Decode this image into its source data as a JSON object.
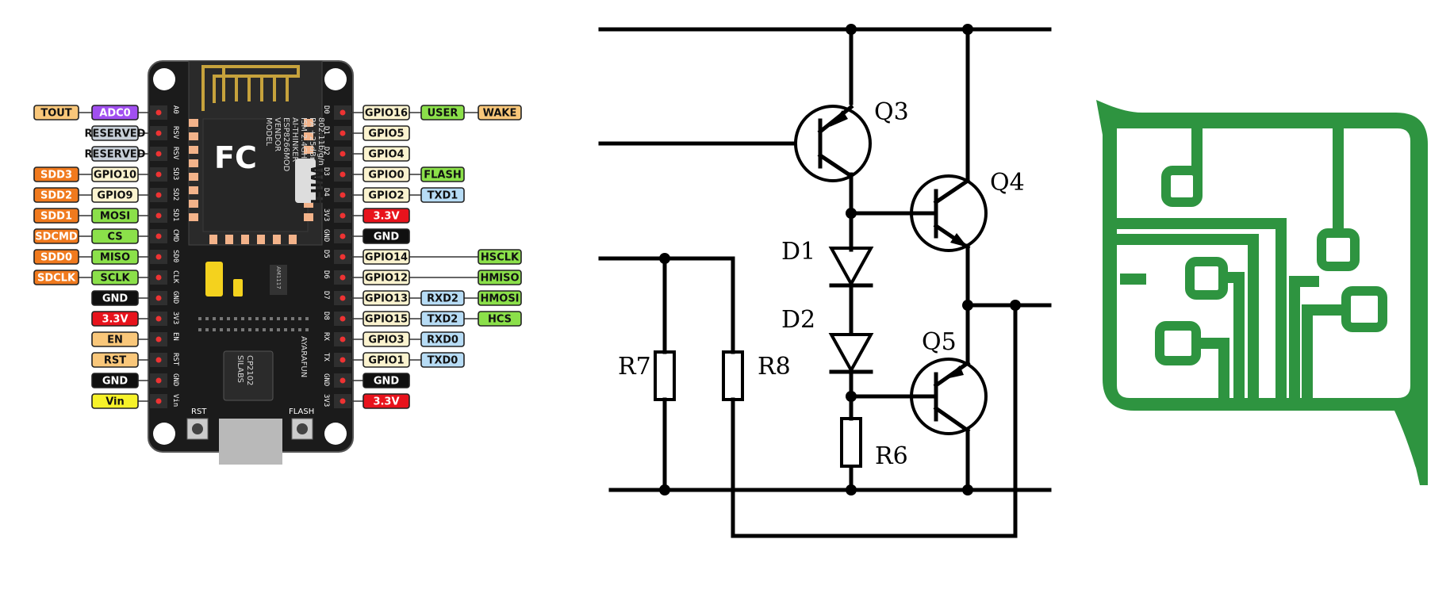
{
  "pinout": {
    "left_rows": [
      {
        "labels": [
          {
            "text": "TOUT",
            "type": "sys"
          },
          {
            "text": "ADC0",
            "type": "adc"
          }
        ],
        "pin": "A0"
      },
      {
        "labels": [
          {
            "text": "RESERVED",
            "type": "res"
          }
        ],
        "pin": "RSV"
      },
      {
        "labels": [
          {
            "text": "RESERVED",
            "type": "res"
          }
        ],
        "pin": "RSV"
      },
      {
        "labels": [
          {
            "text": "SDD3",
            "type": "sd"
          },
          {
            "text": "GPIO10",
            "type": "gpio"
          }
        ],
        "pin": "SD3"
      },
      {
        "labels": [
          {
            "text": "SDD2",
            "type": "sd"
          },
          {
            "text": "GPIO9",
            "type": "gpio"
          }
        ],
        "pin": "SD2"
      },
      {
        "labels": [
          {
            "text": "SDD1",
            "type": "sd"
          },
          {
            "text": "MOSI",
            "type": "spi"
          }
        ],
        "pin": "SD1"
      },
      {
        "labels": [
          {
            "text": "SDCMD",
            "type": "sd"
          },
          {
            "text": "CS",
            "type": "spi"
          }
        ],
        "pin": "CMD"
      },
      {
        "labels": [
          {
            "text": "SDD0",
            "type": "sd"
          },
          {
            "text": "MISO",
            "type": "spi"
          }
        ],
        "pin": "SD0"
      },
      {
        "labels": [
          {
            "text": "SDCLK",
            "type": "sd"
          },
          {
            "text": "SCLK",
            "type": "spi"
          }
        ],
        "pin": "CLK"
      },
      {
        "labels": [
          {
            "text": "GND",
            "type": "gnd"
          }
        ],
        "pin": "GND"
      },
      {
        "labels": [
          {
            "text": "3.3V",
            "type": "pwr"
          }
        ],
        "pin": "3V3"
      },
      {
        "labels": [
          {
            "text": "EN",
            "type": "sys"
          }
        ],
        "pin": "EN"
      },
      {
        "labels": [
          {
            "text": "RST",
            "type": "sys"
          }
        ],
        "pin": "RST"
      },
      {
        "labels": [
          {
            "text": "GND",
            "type": "gnd"
          }
        ],
        "pin": "GND"
      },
      {
        "labels": [
          {
            "text": "Vin",
            "type": "vin"
          }
        ],
        "pin": "Vin"
      }
    ],
    "right_rows": [
      {
        "pin": "D0",
        "labels": [
          {
            "text": "GPIO16",
            "type": "gpio"
          },
          {
            "text": "USER",
            "type": "spi"
          },
          {
            "text": "WAKE",
            "type": "sys"
          }
        ]
      },
      {
        "pin": "D1",
        "labels": [
          {
            "text": "GPIO5",
            "type": "gpio"
          }
        ]
      },
      {
        "pin": "D2",
        "labels": [
          {
            "text": "GPIO4",
            "type": "gpio"
          }
        ]
      },
      {
        "pin": "D3",
        "labels": [
          {
            "text": "GPIO0",
            "type": "gpio"
          },
          {
            "text": "FLASH",
            "type": "spi"
          }
        ]
      },
      {
        "pin": "D4",
        "labels": [
          {
            "text": "GPIO2",
            "type": "gpio"
          },
          {
            "text": "TXD1",
            "type": "uart"
          }
        ]
      },
      {
        "pin": "3V3",
        "labels": [
          {
            "text": "3.3V",
            "type": "pwr"
          }
        ]
      },
      {
        "pin": "GND",
        "labels": [
          {
            "text": "GND",
            "type": "gnd"
          }
        ]
      },
      {
        "pin": "D5",
        "labels": [
          {
            "text": "GPIO14",
            "type": "gpio"
          },
          {
            "text": "HSCLK",
            "type": "spi",
            "far": true
          }
        ]
      },
      {
        "pin": "D6",
        "labels": [
          {
            "text": "GPIO12",
            "type": "gpio"
          },
          {
            "text": "HMISO",
            "type": "spi",
            "far": true
          }
        ]
      },
      {
        "pin": "D7",
        "labels": [
          {
            "text": "GPIO13",
            "type": "gpio"
          },
          {
            "text": "RXD2",
            "type": "uart"
          },
          {
            "text": "HMOSI",
            "type": "spi"
          }
        ]
      },
      {
        "pin": "D8",
        "labels": [
          {
            "text": "GPIO15",
            "type": "gpio"
          },
          {
            "text": "TXD2",
            "type": "uart"
          },
          {
            "text": "HCS",
            "type": "spi"
          }
        ]
      },
      {
        "pin": "RX",
        "labels": [
          {
            "text": "GPIO3",
            "type": "gpio"
          },
          {
            "text": "RXD0",
            "type": "uart"
          }
        ]
      },
      {
        "pin": "TX",
        "labels": [
          {
            "text": "GPIO1",
            "type": "gpio"
          },
          {
            "text": "TXD0",
            "type": "uart"
          }
        ]
      },
      {
        "pin": "GND",
        "labels": [
          {
            "text": "GND",
            "type": "gnd"
          }
        ]
      },
      {
        "pin": "3V3",
        "labels": [
          {
            "text": "3.3V",
            "type": "pwr"
          }
        ]
      }
    ],
    "label_colors": {
      "sys": "#f9c77a",
      "adc": "#a14ff0",
      "res": "#c9d1da",
      "sd": "#f07a1e",
      "gpio": "#fbf3cf",
      "spi": "#8be04a",
      "gnd": "#101010",
      "pwr": "#e8131c",
      "vin": "#f7f229",
      "uart": "#b7dcf5"
    },
    "board": {
      "module_text": [
        "MODEL",
        "VENDOR",
        "ESP8266MOD",
        "AI-THINKER",
        "ISM 2.4GHz",
        "PA +25dBm",
        "802.11b/g/n"
      ],
      "fcc_mark": "FC",
      "wifi_mark": "WiFi",
      "regulator": "AM1117",
      "usb_chip": [
        "SILABS",
        "CP2102"
      ],
      "brand": "AYARAFUN",
      "buttons": [
        "RST",
        "FLASH"
      ]
    }
  },
  "schematic": {
    "labels": {
      "q3": "Q3",
      "q4": "Q4",
      "q5": "Q5",
      "d1": "D1",
      "d2": "D2",
      "r6": "R6",
      "r7": "R7",
      "r8": "R8"
    }
  },
  "logo": {
    "color": "#2e9440"
  }
}
